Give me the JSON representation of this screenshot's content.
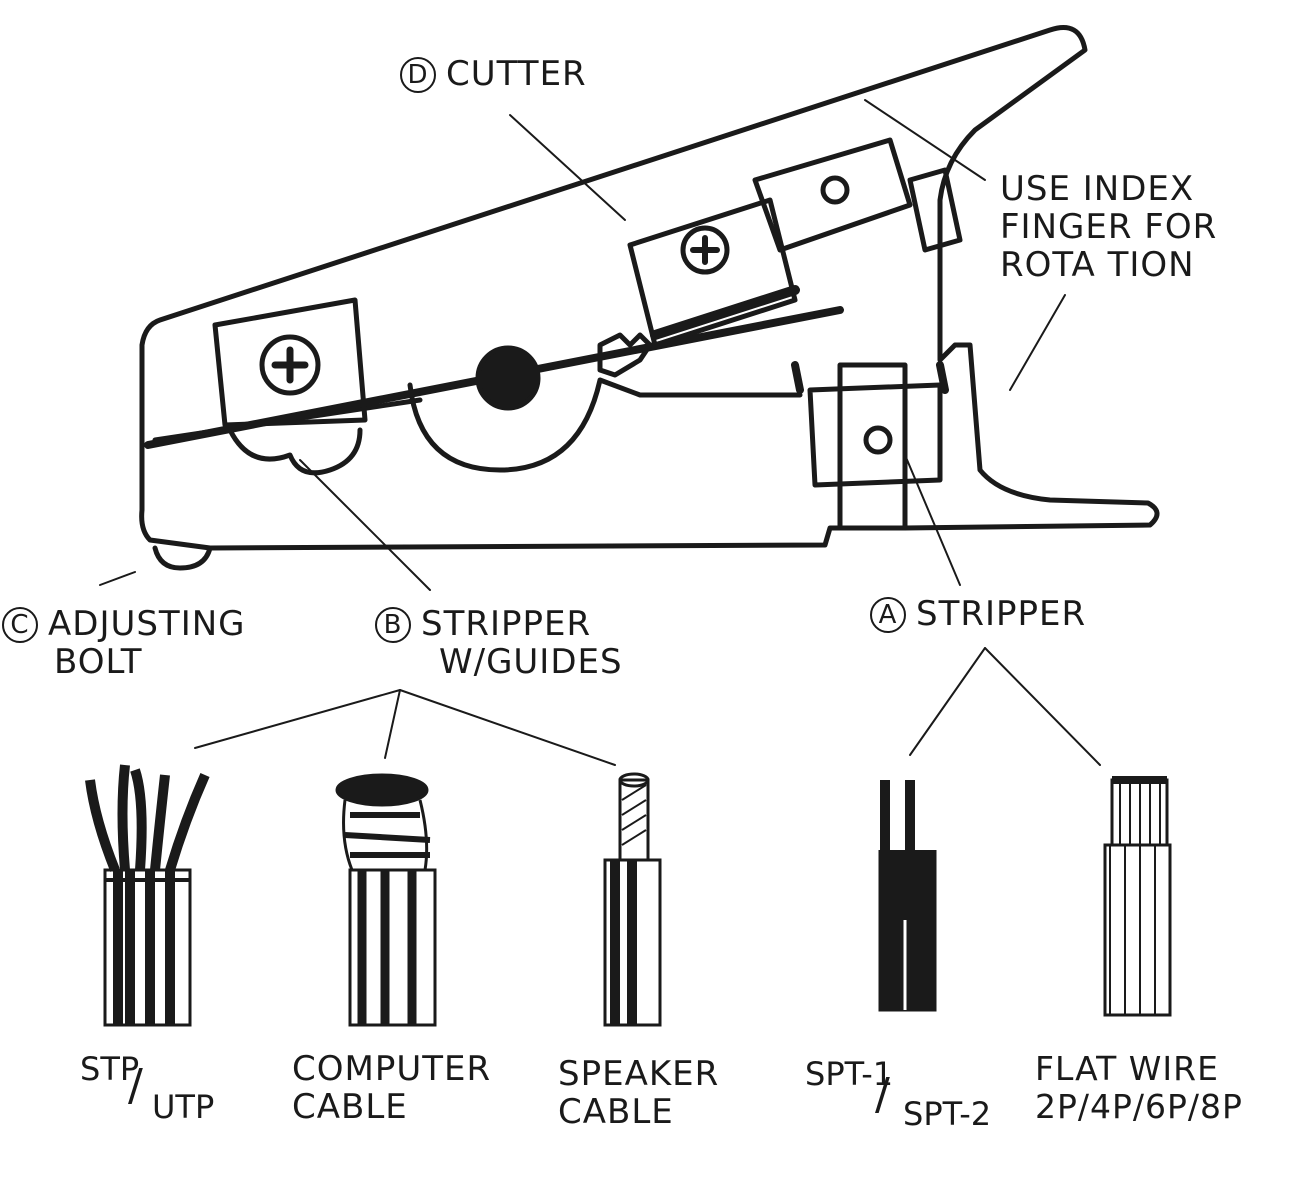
{
  "labels": {
    "cutter": {
      "letter": "D",
      "text": "CUTTER"
    },
    "index_finger": [
      "USE INDEX",
      "FINGER FOR",
      "ROTA TION"
    ],
    "adjusting_bolt": {
      "letter": "C",
      "line1": "ADJUSTING",
      "line2": "BOLT"
    },
    "stripper_guides": {
      "letter": "B",
      "line1": "STRIPPER",
      "line2": "W/GUIDES"
    },
    "stripper": {
      "letter": "A",
      "text": "STRIPPER"
    }
  },
  "cables": {
    "stp_utp": {
      "top": "STP",
      "bottom": "UTP"
    },
    "computer_cable": [
      "COMPUTER",
      "CABLE"
    ],
    "speaker_cable": [
      "SPEAKER",
      "CABLE"
    ],
    "spt": {
      "top": "SPT-1",
      "bottom": "SPT-2"
    },
    "flat_wire": {
      "line1": "FLAT WIRE",
      "line2": "2P/4P/6P/8P"
    }
  },
  "colors": {
    "ink": "#1a1a1a",
    "paper": "#ffffff"
  }
}
